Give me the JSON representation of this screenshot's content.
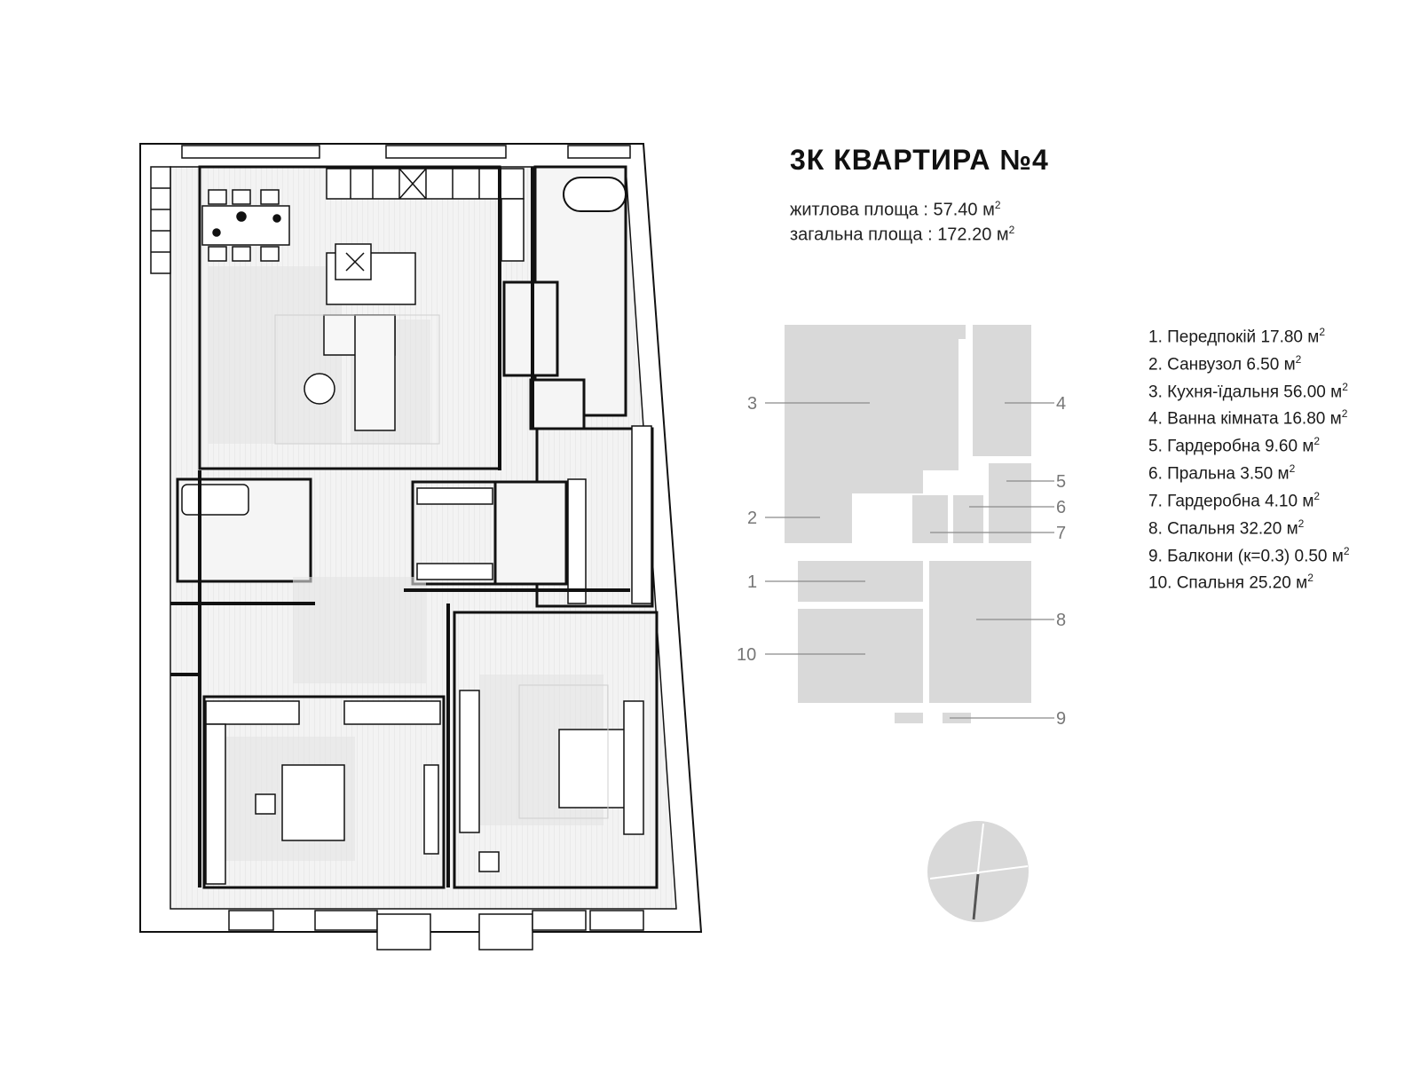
{
  "title": "3К КВАРТИРА №4",
  "areas": {
    "living_label": "житлова площа : ",
    "living_value": "57.40 м",
    "total_label": "загальна площа : ",
    "total_value": "172.20 м",
    "unit_power": "2"
  },
  "rooms": [
    {
      "n": "1.",
      "name": "Передпокій",
      "area": "17.80 м"
    },
    {
      "n": "2.",
      "name": "Санвузол",
      "area": "6.50 м"
    },
    {
      "n": "3.",
      "name": "Кухня-їдальня",
      "area": "56.00 м"
    },
    {
      "n": "4.",
      "name": "Ванна кімната",
      "area": "16.80 м"
    },
    {
      "n": "5.",
      "name": "Гардеробна",
      "area": "9.60 м"
    },
    {
      "n": "6.",
      "name": "Пральна",
      "area": "3.50 м"
    },
    {
      "n": "7.",
      "name": "Гардеробна",
      "area": "4.10 м"
    },
    {
      "n": "8.",
      "name": "Спальня",
      "area": "32.20 м"
    },
    {
      "n": "9.",
      "name": "Балкони (к=0.3)",
      "area": "0.50 м"
    },
    {
      "n": "10.",
      "name": "Спальня",
      "area": "25.20 м"
    }
  ],
  "key_numbers": {
    "r1": "1",
    "r2": "2",
    "r3": "3",
    "r4": "4",
    "r5": "5",
    "r6": "6",
    "r7": "7",
    "r8": "8",
    "r9": "9",
    "r10": "10"
  },
  "colors": {
    "wall": "#111111",
    "floor": "#f1f1f1",
    "shadow": "#e2e2e2",
    "zone": "#d9d9d9",
    "leader": "#8a8a8a"
  }
}
